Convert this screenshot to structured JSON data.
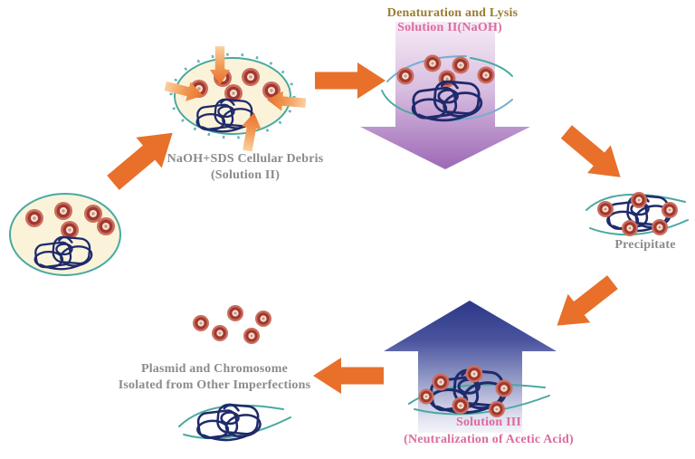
{
  "labels": {
    "denaturation": {
      "line1": "Denaturation and Lysis",
      "line2": "Solution II(NaOH)"
    },
    "debris": {
      "line1": "NaOH+SDS Cellular Debris",
      "line2": "(Solution II)"
    },
    "precipitate": "Precipitate",
    "solution3": {
      "line1": "Solution III",
      "line2": "(Neutralization of Acetic Acid)"
    },
    "isolated": {
      "line1": "Plasmid and Chromosome",
      "line2": "Isolated from Other Imperfections"
    }
  },
  "colors": {
    "arrow_orange": "#e8702a",
    "text_gold": "#9b7c31",
    "text_pink": "#dc6b9e",
    "text_gray": "#8b8b8b",
    "cell_fill": "#faf3da",
    "membrane_teal": "#49a9a1",
    "membrane_blue": "#76aed0",
    "chromosome_navy": "#1f2a6b",
    "plasmid_ring_red": "#a1382f",
    "purple_arrow_top": "#f6ebf6",
    "purple_arrow_bottom": "#9d68b6",
    "blue_arrow_top": "#2b3787",
    "blue_arrow_bottom": "#f4f4fa"
  }
}
